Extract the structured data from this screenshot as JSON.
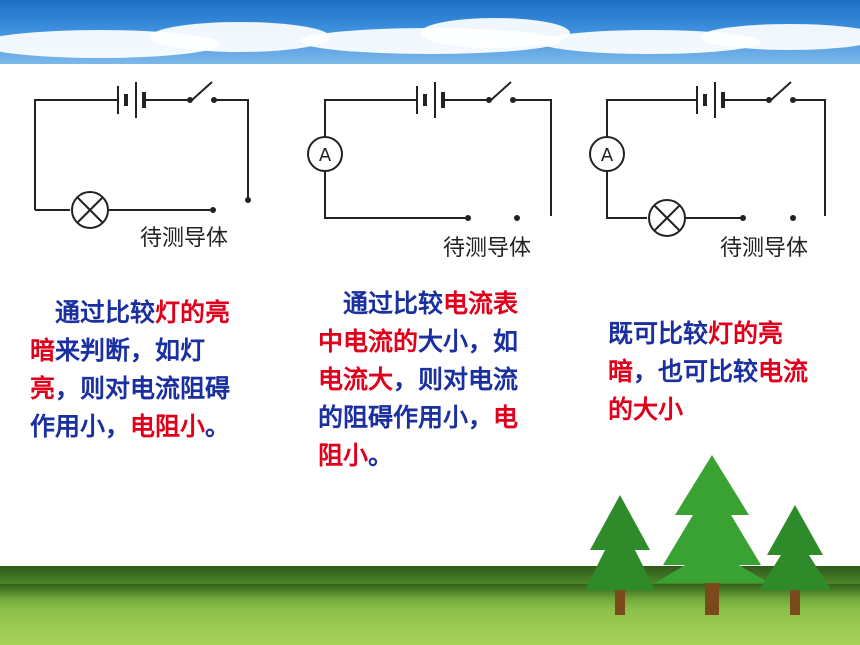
{
  "diagrams": [
    {
      "component_label": "待测导体",
      "has_ammeter": false,
      "has_lamp": true,
      "ammeter_symbol": ""
    },
    {
      "component_label": "待测导体",
      "has_ammeter": true,
      "has_lamp": false,
      "ammeter_symbol": "A"
    },
    {
      "component_label": "待测导体",
      "has_ammeter": true,
      "has_lamp": true,
      "ammeter_symbol": "A"
    }
  ],
  "descriptions": [
    {
      "segments": [
        {
          "text": "　通过比较",
          "highlight": false
        },
        {
          "text": "灯的亮暗",
          "highlight": true
        },
        {
          "text": "来判断，如灯",
          "highlight": false
        },
        {
          "text": "亮",
          "highlight": true
        },
        {
          "text": "，则对电流阻碍作用小，",
          "highlight": false
        },
        {
          "text": "电阻小",
          "highlight": true
        },
        {
          "text": "。",
          "highlight": false
        }
      ]
    },
    {
      "segments": [
        {
          "text": "　通过比较",
          "highlight": false
        },
        {
          "text": "电流表中电流的",
          "highlight": true
        },
        {
          "text": "大小，如",
          "highlight": false
        },
        {
          "text": "电流大",
          "highlight": true
        },
        {
          "text": "，则对电流的阻碍作用小，",
          "highlight": false
        },
        {
          "text": "电阻小",
          "highlight": true
        },
        {
          "text": "。",
          "highlight": false
        }
      ]
    },
    {
      "segments": [
        {
          "text": "既可比较",
          "highlight": false
        },
        {
          "text": "灯的亮暗",
          "highlight": true
        },
        {
          "text": "，也可比较",
          "highlight": false
        },
        {
          "text": "电流的大小",
          "highlight": true
        }
      ]
    }
  ],
  "colors": {
    "text": "#1a2fa0",
    "highlight": "#e0001b",
    "wire": "#222222"
  }
}
